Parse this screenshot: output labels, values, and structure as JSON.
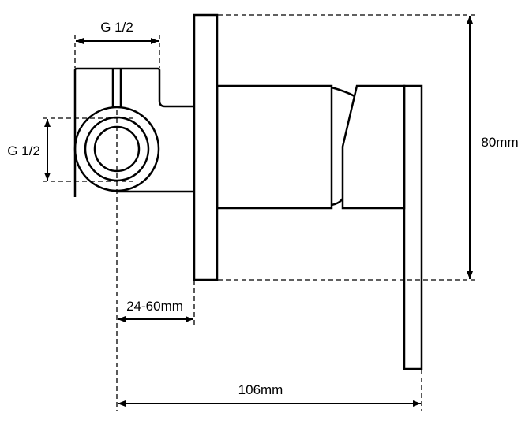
{
  "dimensions": {
    "top_thread": "G 1/2",
    "side_thread": "G 1/2",
    "height": "80mm",
    "wall_depth": "24-60mm",
    "total_depth": "106mm"
  },
  "colors": {
    "line": "#000000",
    "background": "#ffffff"
  }
}
